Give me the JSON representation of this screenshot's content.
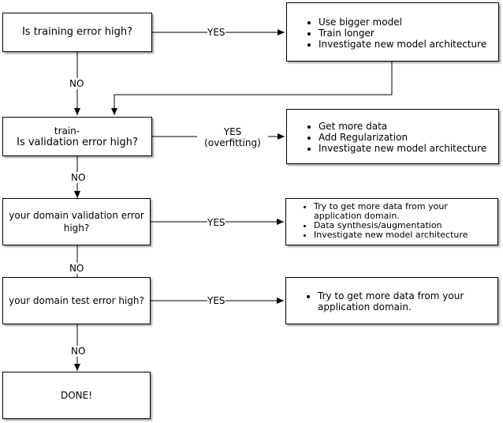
{
  "nodes": {
    "q1": {
      "text": "Is training error high?"
    },
    "q2": {
      "prefix": "train-",
      "text": "Is validation error high?"
    },
    "q3": {
      "text": "your domain validation error high?"
    },
    "q4": {
      "text": "your domain test error high?"
    },
    "done": {
      "text": "DONE!"
    },
    "a1": {
      "items": [
        "Use bigger model",
        "Train longer",
        "Investigate new model architecture"
      ]
    },
    "a2": {
      "items": [
        "Get more data",
        "Add Regularization",
        "Investigate new model architecture"
      ]
    },
    "a3": {
      "items": [
        "Try to get more data from your application domain.",
        "Data synthesis/augmentation",
        "Investigate new model architecture"
      ]
    },
    "a4": {
      "items": [
        "Try to get more data from your application domain."
      ]
    }
  },
  "edges": {
    "yes1": "YES",
    "yes2": "YES",
    "yes2_note": "(overfitting)",
    "yes3": "YES",
    "yes4": "YES",
    "no1": "NO",
    "no2": "NO",
    "no3": "NO",
    "no4": "NO"
  }
}
